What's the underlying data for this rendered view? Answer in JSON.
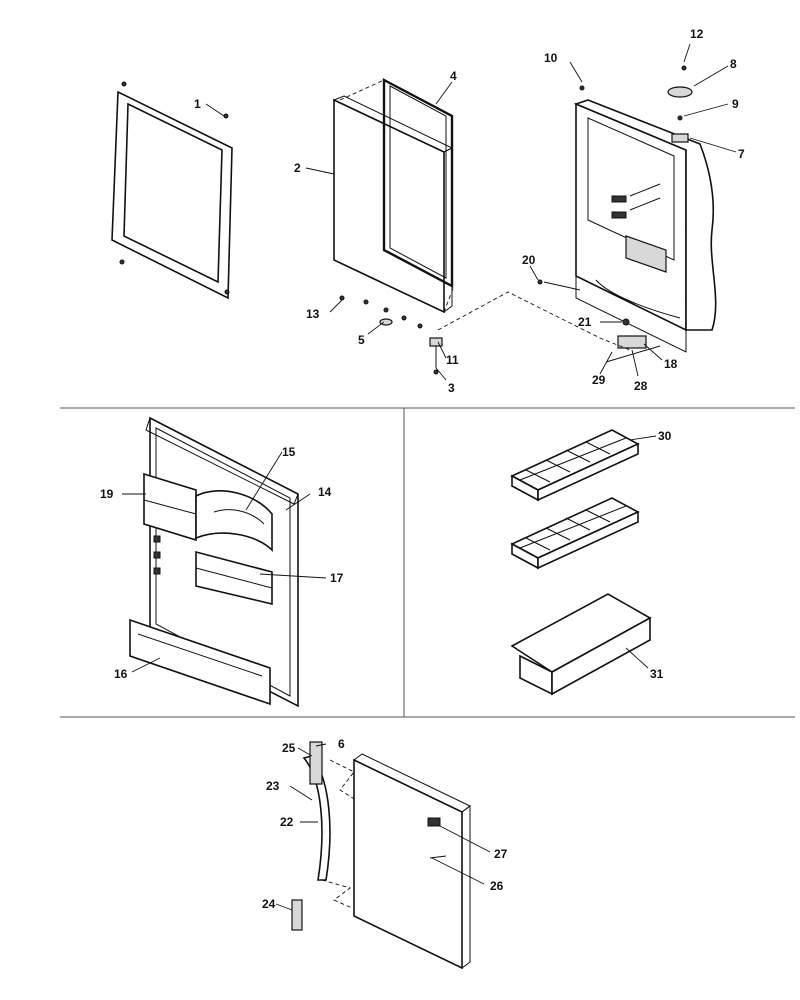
{
  "callouts": [
    {
      "id": "1",
      "label": "1"
    },
    {
      "id": "2",
      "label": "2"
    },
    {
      "id": "3",
      "label": "3"
    },
    {
      "id": "4",
      "label": "4"
    },
    {
      "id": "5",
      "label": "5"
    },
    {
      "id": "6",
      "label": "6"
    },
    {
      "id": "7",
      "label": "7"
    },
    {
      "id": "8",
      "label": "8"
    },
    {
      "id": "9",
      "label": "9"
    },
    {
      "id": "10",
      "label": "10"
    },
    {
      "id": "11",
      "label": "11"
    },
    {
      "id": "12",
      "label": "12"
    },
    {
      "id": "13",
      "label": "13"
    },
    {
      "id": "14",
      "label": "14"
    },
    {
      "id": "15",
      "label": "15"
    },
    {
      "id": "16",
      "label": "16"
    },
    {
      "id": "17",
      "label": "17"
    },
    {
      "id": "18",
      "label": "18"
    },
    {
      "id": "19",
      "label": "19"
    },
    {
      "id": "20",
      "label": "20"
    },
    {
      "id": "21",
      "label": "21"
    },
    {
      "id": "22",
      "label": "22"
    },
    {
      "id": "23",
      "label": "23"
    },
    {
      "id": "24",
      "label": "24"
    },
    {
      "id": "25",
      "label": "25"
    },
    {
      "id": "26",
      "label": "26"
    },
    {
      "id": "27",
      "label": "27"
    },
    {
      "id": "28",
      "label": "28"
    },
    {
      "id": "29",
      "label": "29"
    },
    {
      "id": "30",
      "label": "30"
    },
    {
      "id": "31",
      "label": "31"
    }
  ]
}
